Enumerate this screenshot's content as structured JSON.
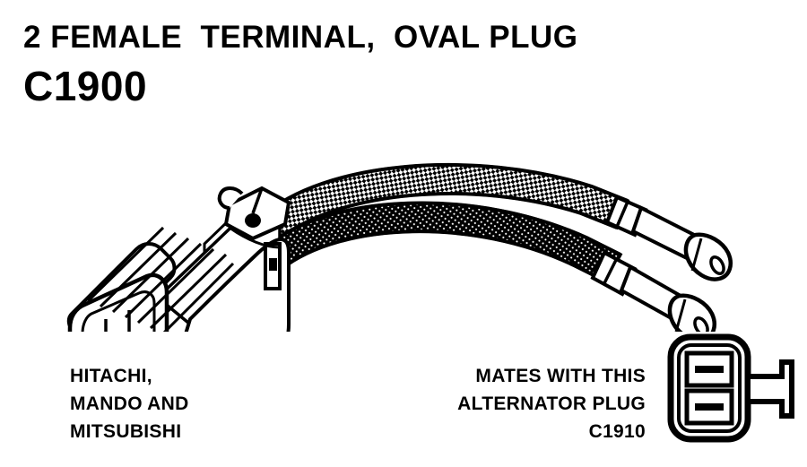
{
  "heading": {
    "title": "2 FEMALE  TERMINAL,  OVAL PLUG",
    "part_number": "C1900"
  },
  "illustration": {
    "alt_name": "oval-plug-pigtail-connector-with-two-wires",
    "wire_count": 2,
    "terminal_type": "female",
    "line_color": "#000000",
    "fill_color": "#ffffff"
  },
  "footer": {
    "applications": "HITACHI,\nMANDO AND\nMITSUBISHI",
    "mates_note": "MATES WITH THIS\nALTERNATOR PLUG\nC1910",
    "mates_part_number": "C1910"
  },
  "mating_plug_icon": {
    "name": "alternator-plug-front-view",
    "cavity_count": 2,
    "has_latch_bracket": true
  }
}
